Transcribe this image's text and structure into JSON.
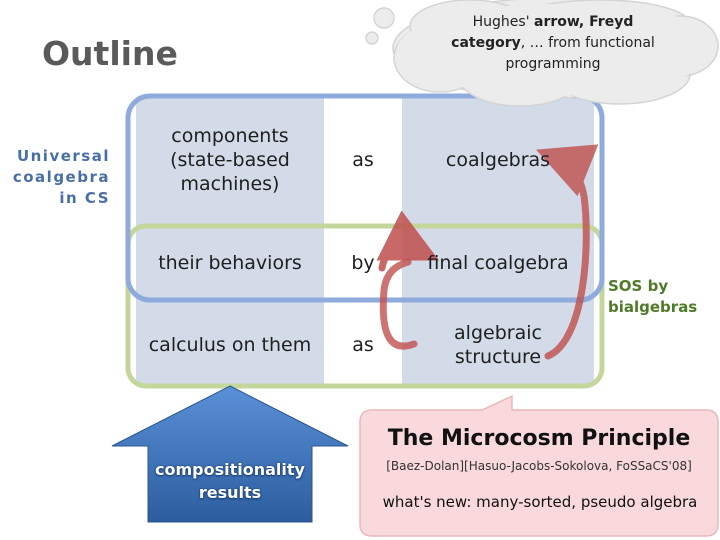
{
  "slide": {
    "title": "Outline",
    "side_label": [
      "Universal",
      "coalgebra",
      "in CS"
    ]
  },
  "table": {
    "rows": [
      {
        "left": [
          "components",
          "(state-based",
          "machines)"
        ],
        "mid": "as",
        "right": [
          "coalgebras"
        ]
      },
      {
        "left": [
          "their behaviors"
        ],
        "mid": "by",
        "right": [
          "final coalgebra"
        ]
      },
      {
        "left": [
          "calculus on them"
        ],
        "mid": "as",
        "right": [
          "algebraic",
          "structure"
        ]
      }
    ]
  },
  "cloud": {
    "line1_plain": "Hughes' ",
    "line1_bold": "arrow, Freyd",
    "line2_bold": "category",
    "line2_plain": ", … from functional",
    "line3": "programming"
  },
  "sos": [
    "SOS by",
    "bialgebras"
  ],
  "block_arrow": [
    "compositionality",
    "results"
  ],
  "callout": {
    "title": "The Microcosm Principle",
    "refs": "[Baez-Dolan][Hasuo-Jacobs-Sokolova, FoSSaCS'08]",
    "new": "what's new: many-sorted, pseudo algebra"
  },
  "colors": {
    "column_fill": "#d3dbe8",
    "blue_frame": "#8faadc",
    "green_frame": "#c3d69b",
    "cloud_fill": "#ececec",
    "callout_fill": "#f9d9dc",
    "block_arrow": "#3a74c0",
    "curved_arrow": "#c0504d"
  }
}
